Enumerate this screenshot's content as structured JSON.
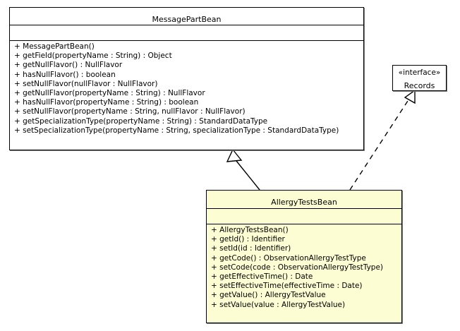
{
  "diagram": {
    "type": "uml-class-diagram",
    "background_color": "#ffffff",
    "line_color": "#000000",
    "class_fill_white": "#ffffff",
    "class_fill_yellow": "#fdfdd3"
  },
  "classes": {
    "message_part_bean": {
      "name": "MessagePartBean",
      "attributes": [],
      "operations": [
        "+ MessagePartBean()",
        "+ getField(propertyName : String) : Object",
        "+ getNullFlavor() : NullFlavor",
        "+ hasNullFlavor() : boolean",
        "+ setNullFlavor(nullFlavor : NullFlavor)",
        "+ getNullFlavor(propertyName : String) : NullFlavor",
        "+ hasNullFlavor(propertyName : String) : boolean",
        "+ setNullFlavor(propertyName : String, nullFlavor : NullFlavor)",
        "+ getSpecializationType(propertyName : String) : StandardDataType",
        "+ setSpecializationType(propertyName : String, specializationType : StandardDataType)"
      ]
    },
    "allergy_tests_bean": {
      "name": "AllergyTestsBean",
      "attributes": [],
      "operations": [
        "+ AllergyTestsBean()",
        "+ getId() : Identifier",
        "+ setId(id : Identifier)",
        "+ getCode() : ObservationAllergyTestType",
        "+ setCode(code : ObservationAllergyTestType)",
        "+ getEffectiveTime() : Date",
        "+ setEffectiveTime(effectiveTime : Date)",
        "+ getValue() : AllergyTestValue",
        "+ setValue(value : AllergyTestValue)"
      ]
    },
    "records_interface": {
      "stereotype": "«interface»",
      "name": "Records"
    }
  },
  "relationships": [
    {
      "kind": "generalization",
      "source": "AllergyTestsBean",
      "target": "MessagePartBean",
      "line_style": "solid",
      "arrowhead": "hollow-triangle"
    },
    {
      "kind": "realization",
      "source": "AllergyTestsBean",
      "target": "Records",
      "line_style": "dashed",
      "arrowhead": "hollow-triangle"
    }
  ]
}
